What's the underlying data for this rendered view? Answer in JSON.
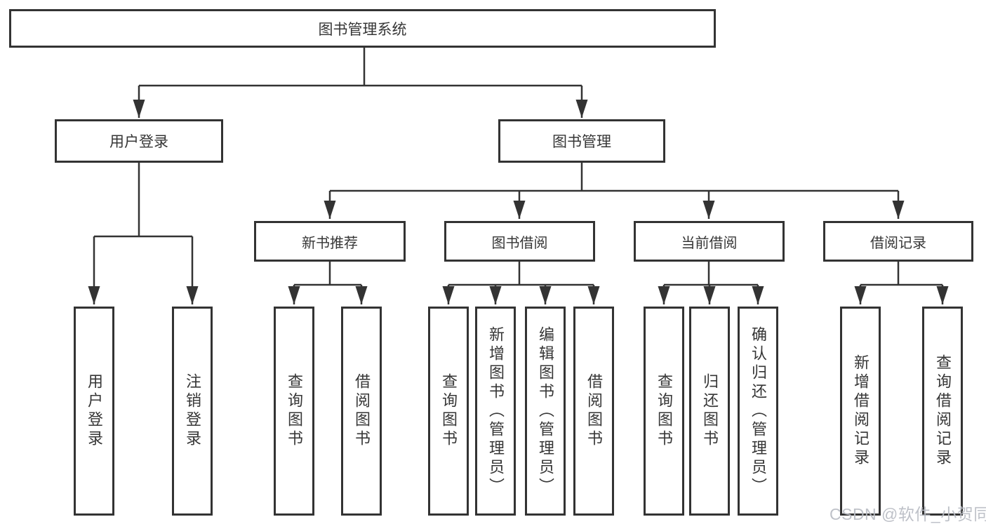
{
  "diagram": {
    "type": "hierarchy-tree",
    "root": {
      "id": "system",
      "label": "图书管理系统"
    },
    "level2": [
      {
        "id": "user-login",
        "label": "用户登录",
        "parent": "system"
      },
      {
        "id": "book-mgmt",
        "label": "图书管理",
        "parent": "system"
      }
    ],
    "level3": [
      {
        "id": "new-book-rec",
        "label": "新书推荐",
        "parent": "book-mgmt"
      },
      {
        "id": "book-borrow",
        "label": "图书借阅",
        "parent": "book-mgmt"
      },
      {
        "id": "current-borrow",
        "label": "当前借阅",
        "parent": "book-mgmt"
      },
      {
        "id": "borrow-records",
        "label": "借阅记录",
        "parent": "book-mgmt"
      }
    ],
    "leaves": [
      {
        "id": "login",
        "label": "用户登录",
        "parent": "user-login"
      },
      {
        "id": "logout",
        "label": "注销登录",
        "parent": "user-login"
      },
      {
        "id": "nbr-query-book",
        "label": "查询图书",
        "parent": "new-book-rec"
      },
      {
        "id": "nbr-borrow-book",
        "label": "借阅图书",
        "parent": "new-book-rec"
      },
      {
        "id": "bb-query-book",
        "label": "查询图书",
        "parent": "book-borrow"
      },
      {
        "id": "bb-add-book",
        "label": "新增图书（管理员）",
        "parent": "book-borrow"
      },
      {
        "id": "bb-edit-book",
        "label": "编辑图书（管理员）",
        "parent": "book-borrow"
      },
      {
        "id": "bb-borrow-book",
        "label": "借阅图书",
        "parent": "book-borrow"
      },
      {
        "id": "cb-query-book",
        "label": "查询图书",
        "parent": "current-borrow"
      },
      {
        "id": "cb-return-book",
        "label": "归还图书",
        "parent": "current-borrow"
      },
      {
        "id": "cb-confirm-return",
        "label": "确认归还（管理员）",
        "parent": "current-borrow"
      },
      {
        "id": "br-add-record",
        "label": "新增借阅记录",
        "parent": "borrow-records"
      },
      {
        "id": "br-query-record",
        "label": "查询借阅记录",
        "parent": "borrow-records"
      }
    ],
    "colors": {
      "line": "#333333",
      "text": "#363636",
      "node_background": "#ffffff",
      "page_background": "#ffffff",
      "watermark": "#b9bcc3"
    }
  },
  "watermark": {
    "text": "CSDN @软件_小贺同学"
  }
}
